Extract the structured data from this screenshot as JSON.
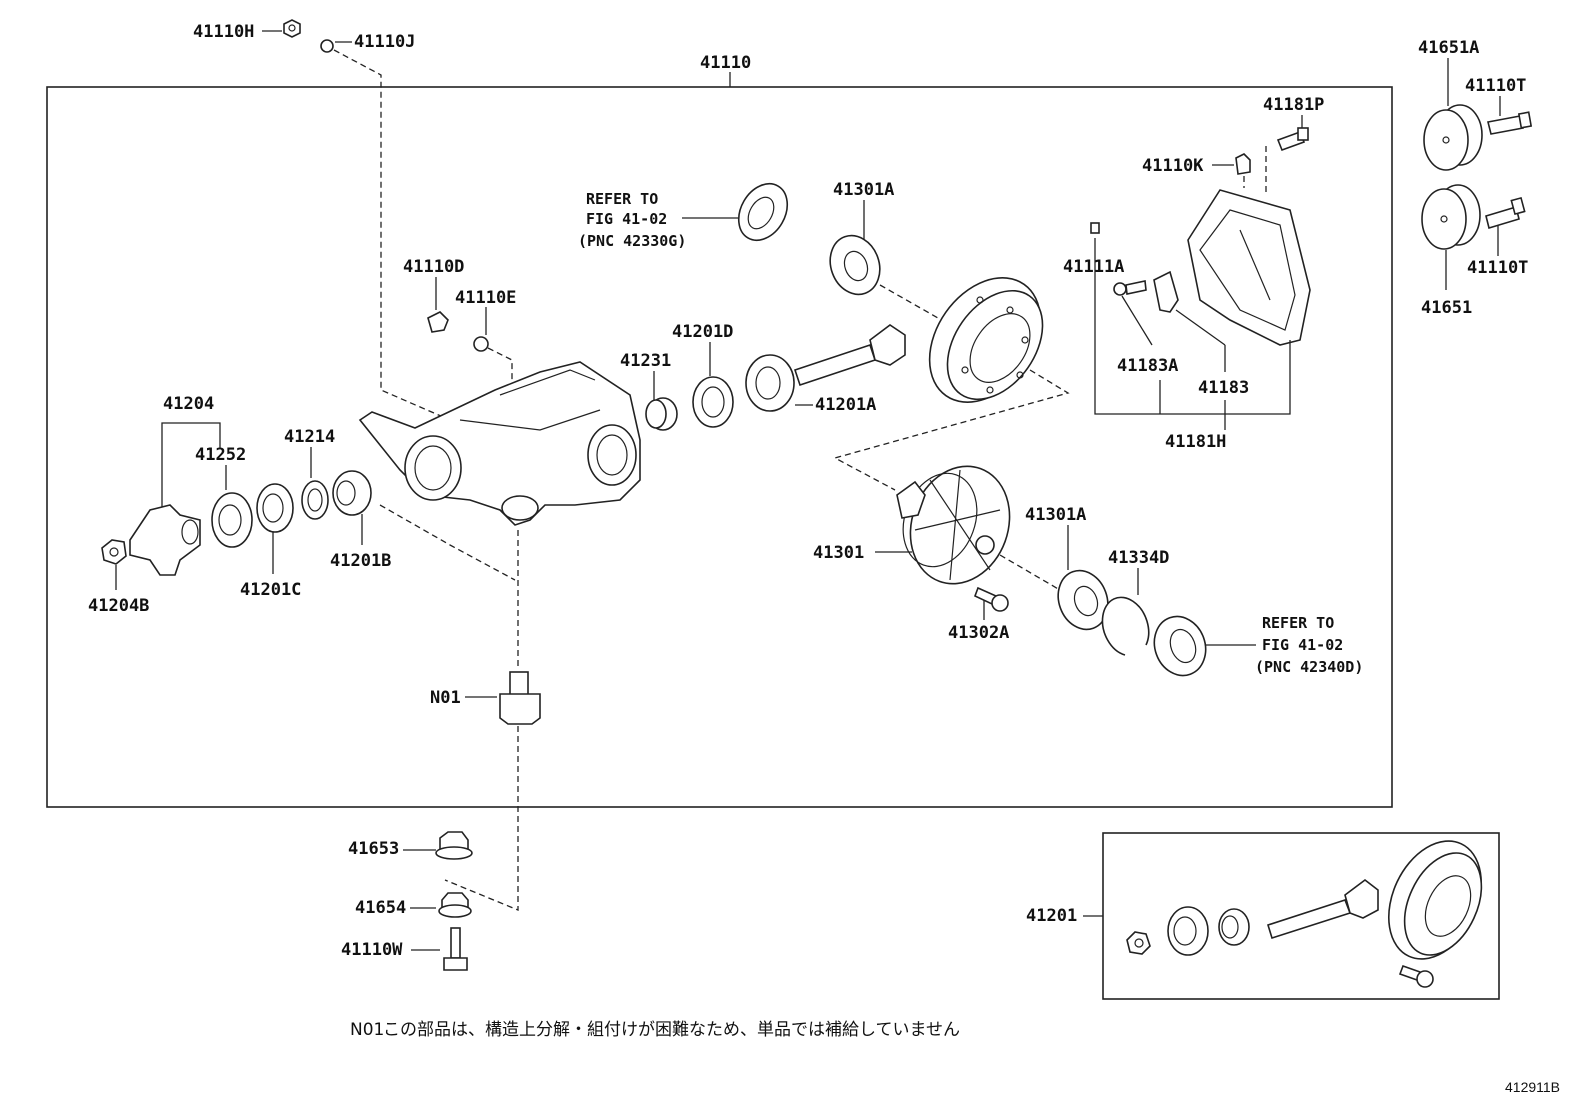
{
  "labels": {
    "p41110H": "41110H",
    "p41110J": "41110J",
    "p41110": "41110",
    "p41651A": "41651A",
    "p41110T_a": "41110T",
    "p41110T_b": "41110T",
    "p41651": "41651",
    "p41181P": "41181P",
    "p41110K": "41110K",
    "p41301A_top": "41301A",
    "p41111A": "41111A",
    "p41110D": "41110D",
    "p41110E": "41110E",
    "p41201D": "41201D",
    "p41231": "41231",
    "p41201A": "41201A",
    "p41183A": "41183A",
    "p41183": "41183",
    "p41181H": "41181H",
    "p41204": "41204",
    "p41252": "41252",
    "p41214": "41214",
    "p41201B": "41201B",
    "p41201C": "41201C",
    "p41204B": "41204B",
    "p41301": "41301",
    "p41301A_mid": "41301A",
    "p41334D": "41334D",
    "p41302A": "41302A",
    "pN01": "N01",
    "p41653": "41653",
    "p41654": "41654",
    "p41110W": "41110W",
    "p41201": "41201"
  },
  "refer_top": {
    "line1": "REFER TO",
    "line2": "FIG 41-02",
    "line3": "(PNC 42330G)"
  },
  "refer_right": {
    "line1": "REFER TO",
    "line2": "FIG 41-02",
    "line3": "(PNC 42340D)"
  },
  "footnote": {
    "code": "N01",
    "text": "この部品は、構造上分解・組付けが困難なため、単品では補給していません"
  },
  "figure_id": "412911B"
}
